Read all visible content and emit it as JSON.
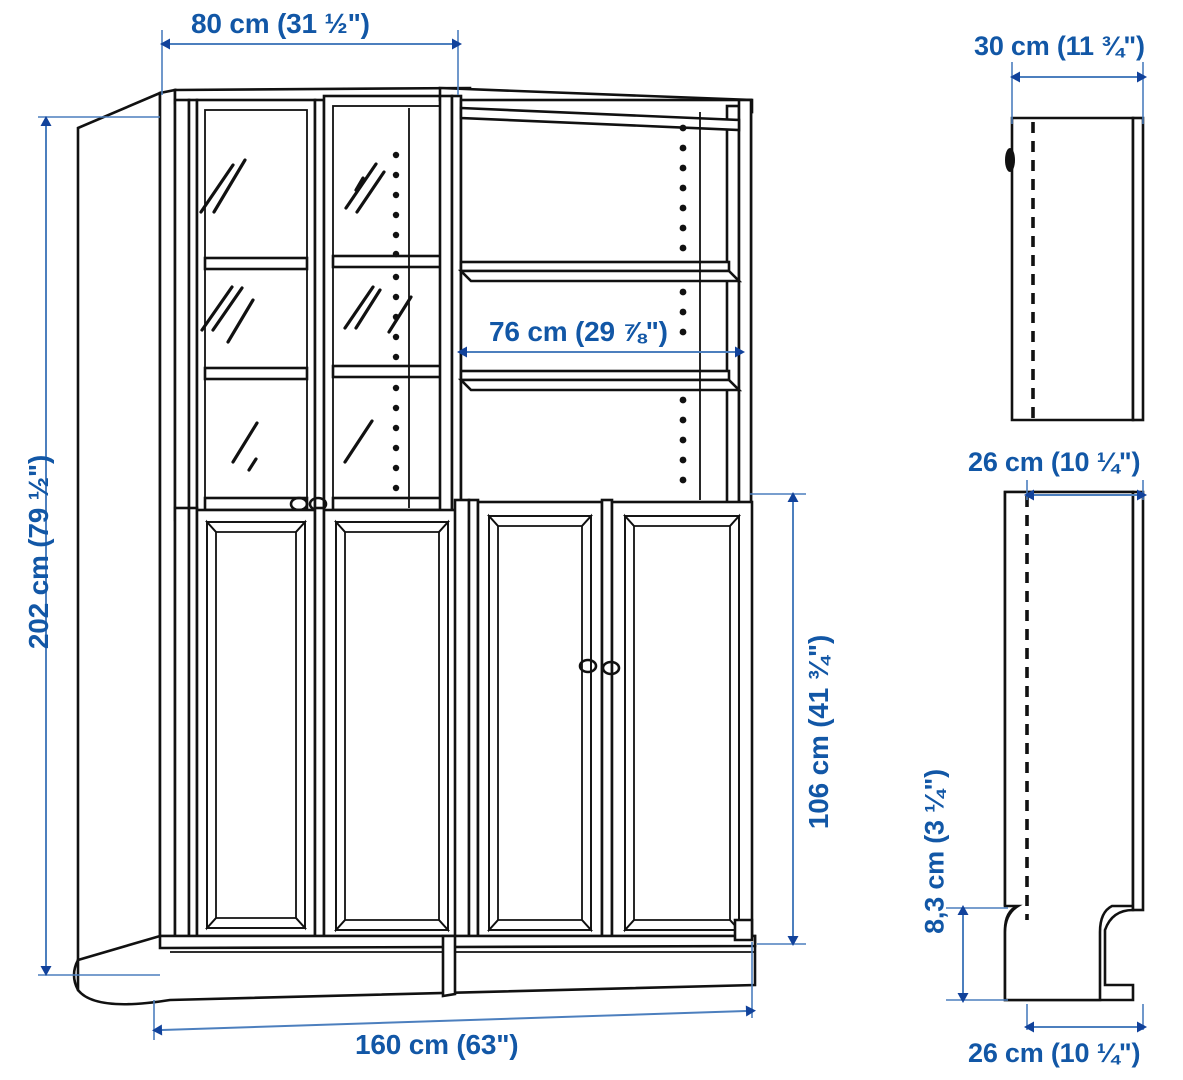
{
  "drawing": {
    "title": "Bookcase with glass doors - dimension drawing",
    "line_color": "#111111",
    "dimension_color": "#1257a6",
    "dimension_shaft_color": "#4c7fbe",
    "background": "#ffffff"
  },
  "dimensions": {
    "cabinet_unit_width": "80 cm (31 ½\")",
    "cabinet_total_height": "202 cm (79 ½\")",
    "shelf_inner_width": "76 cm (29 ⅞\")",
    "lower_section_height": "106 cm (41 ¾\")",
    "cabinet_total_width": "160 cm (63\")",
    "side_depth_top": "30 cm (11 ¾\")",
    "side_depth_middle": "26 cm (10 ¼\")",
    "plinth_height": "8,3 cm (3 ¼\")",
    "side_depth_bottom": "26 cm (10 ¼\")"
  },
  "front_view": {
    "name": "front-elevation",
    "upper_left_unit": {
      "type": "glass-doors",
      "door_count": 2,
      "panes_per_door": 3,
      "has_glass_reflections": true,
      "has_peg_holes": true,
      "has_knobs": true
    },
    "upper_right_unit": {
      "type": "open-shelves",
      "shelf_count": 2,
      "compartments": 3,
      "has_peg_holes": true
    },
    "lower_left_unit": {
      "type": "panel-doors",
      "door_count": 2,
      "has_knobs": true
    },
    "lower_right_unit": {
      "type": "panel-doors",
      "door_count": 2,
      "has_knobs": true
    },
    "base": {
      "type": "plinth"
    }
  },
  "side_views": [
    {
      "name": "side-view-top",
      "label_ref": "side_depth_top",
      "has_dashed_center_line": true,
      "has_knob": true
    },
    {
      "name": "side-view-bottom",
      "label_ref": "side_depth_middle",
      "has_dashed_center_line": true,
      "has_plinth_notch": true
    }
  ]
}
